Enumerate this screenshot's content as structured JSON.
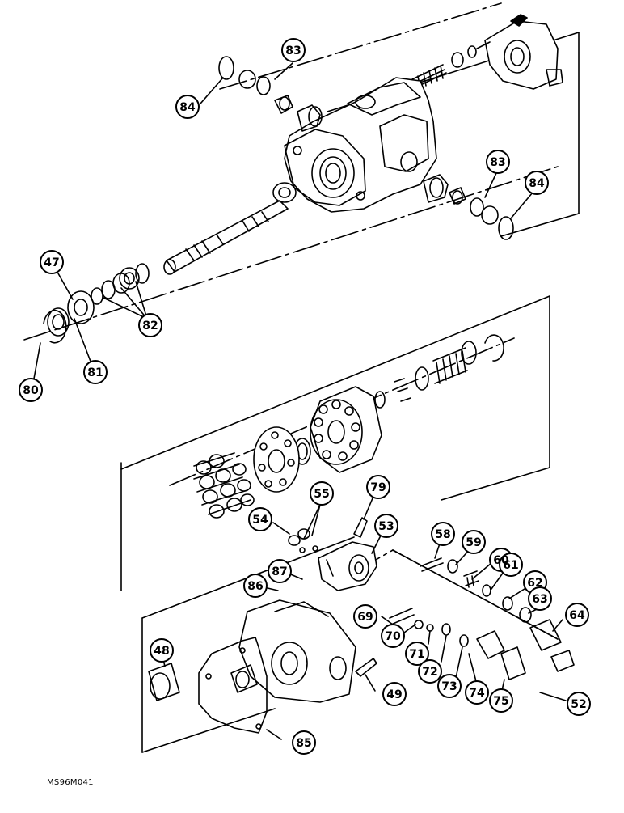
{
  "figure_code": "MS96M041",
  "callouts": [
    "84",
    "83",
    "83",
    "84",
    "47",
    "82",
    "80",
    "81",
    "55",
    "79",
    "54",
    "53",
    "58",
    "59",
    "60",
    "61",
    "62",
    "63",
    "64",
    "87",
    "86",
    "69",
    "70",
    "71",
    "72",
    "73",
    "74",
    "75",
    "52",
    "48",
    "49",
    "85"
  ]
}
